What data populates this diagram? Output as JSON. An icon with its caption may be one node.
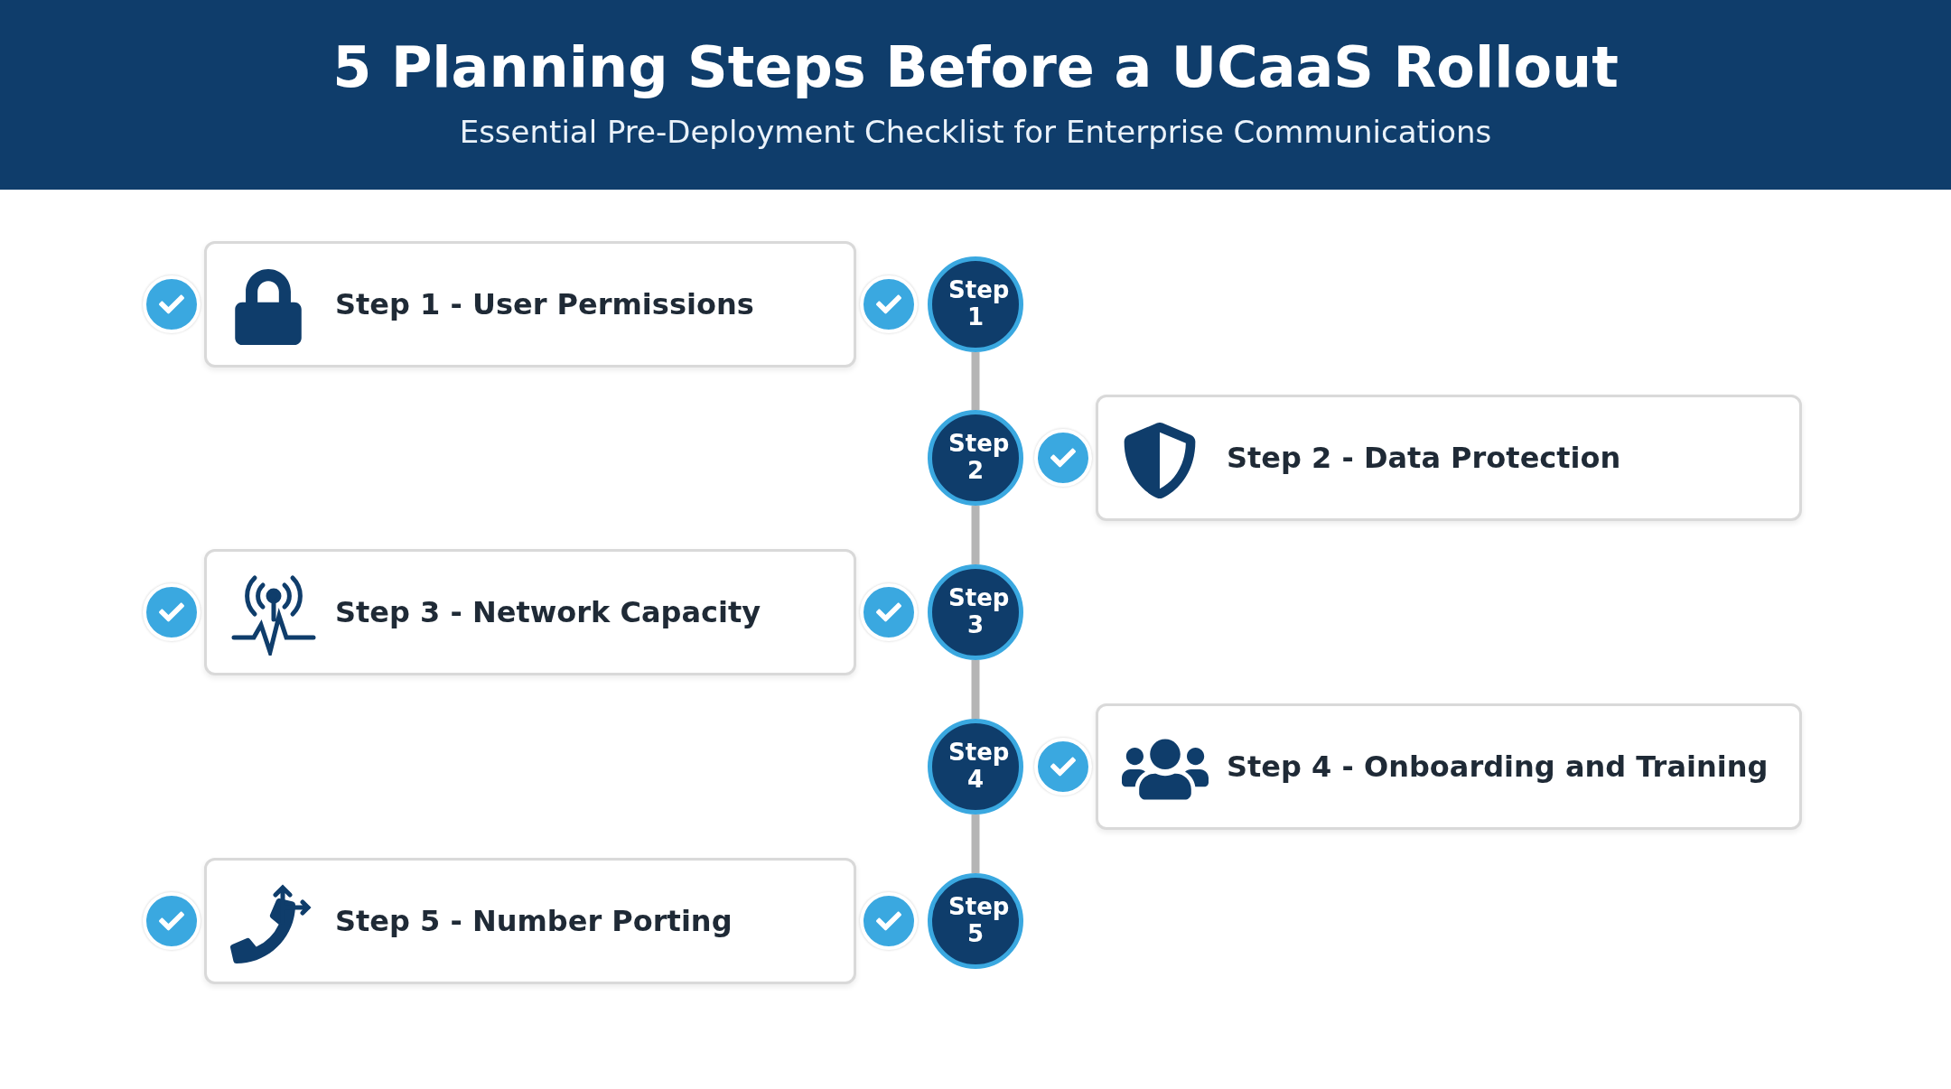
{
  "diagram": {
    "title": "5 Planning Steps Before a UCaaS Rollout",
    "caption": "Essential Pre-Deployment Checklist for Enterprise Communications",
    "nodes": [
      {
        "text": [
          "Step 1 - User Permissions"
        ]
      },
      {
        "text": [
          "Step 1"
        ]
      },
      {
        "text": [
          "Step 2"
        ]
      },
      {
        "text": [
          "Step 2 - Data Protection"
        ]
      },
      {
        "text": [
          "Step 3 - Network Capacity"
        ]
      },
      {
        "text": [
          "Step 3"
        ]
      },
      {
        "text": [
          "Step 4"
        ]
      },
      {
        "text": [
          "Step 4 - Onboarding and Training"
        ]
      },
      {
        "text": [
          "Step 5 - Number Porting"
        ]
      },
      {
        "text": [
          "Step 5"
        ]
      }
    ],
    "edges": [
      {
        "from": 1,
        "to": 2,
        "arrow": "none"
      },
      {
        "from": 2,
        "to": 5,
        "arrow": "none"
      },
      {
        "from": 5,
        "to": 6,
        "arrow": "none"
      },
      {
        "from": 6,
        "to": 9,
        "arrow": "none"
      }
    ]
  }
}
